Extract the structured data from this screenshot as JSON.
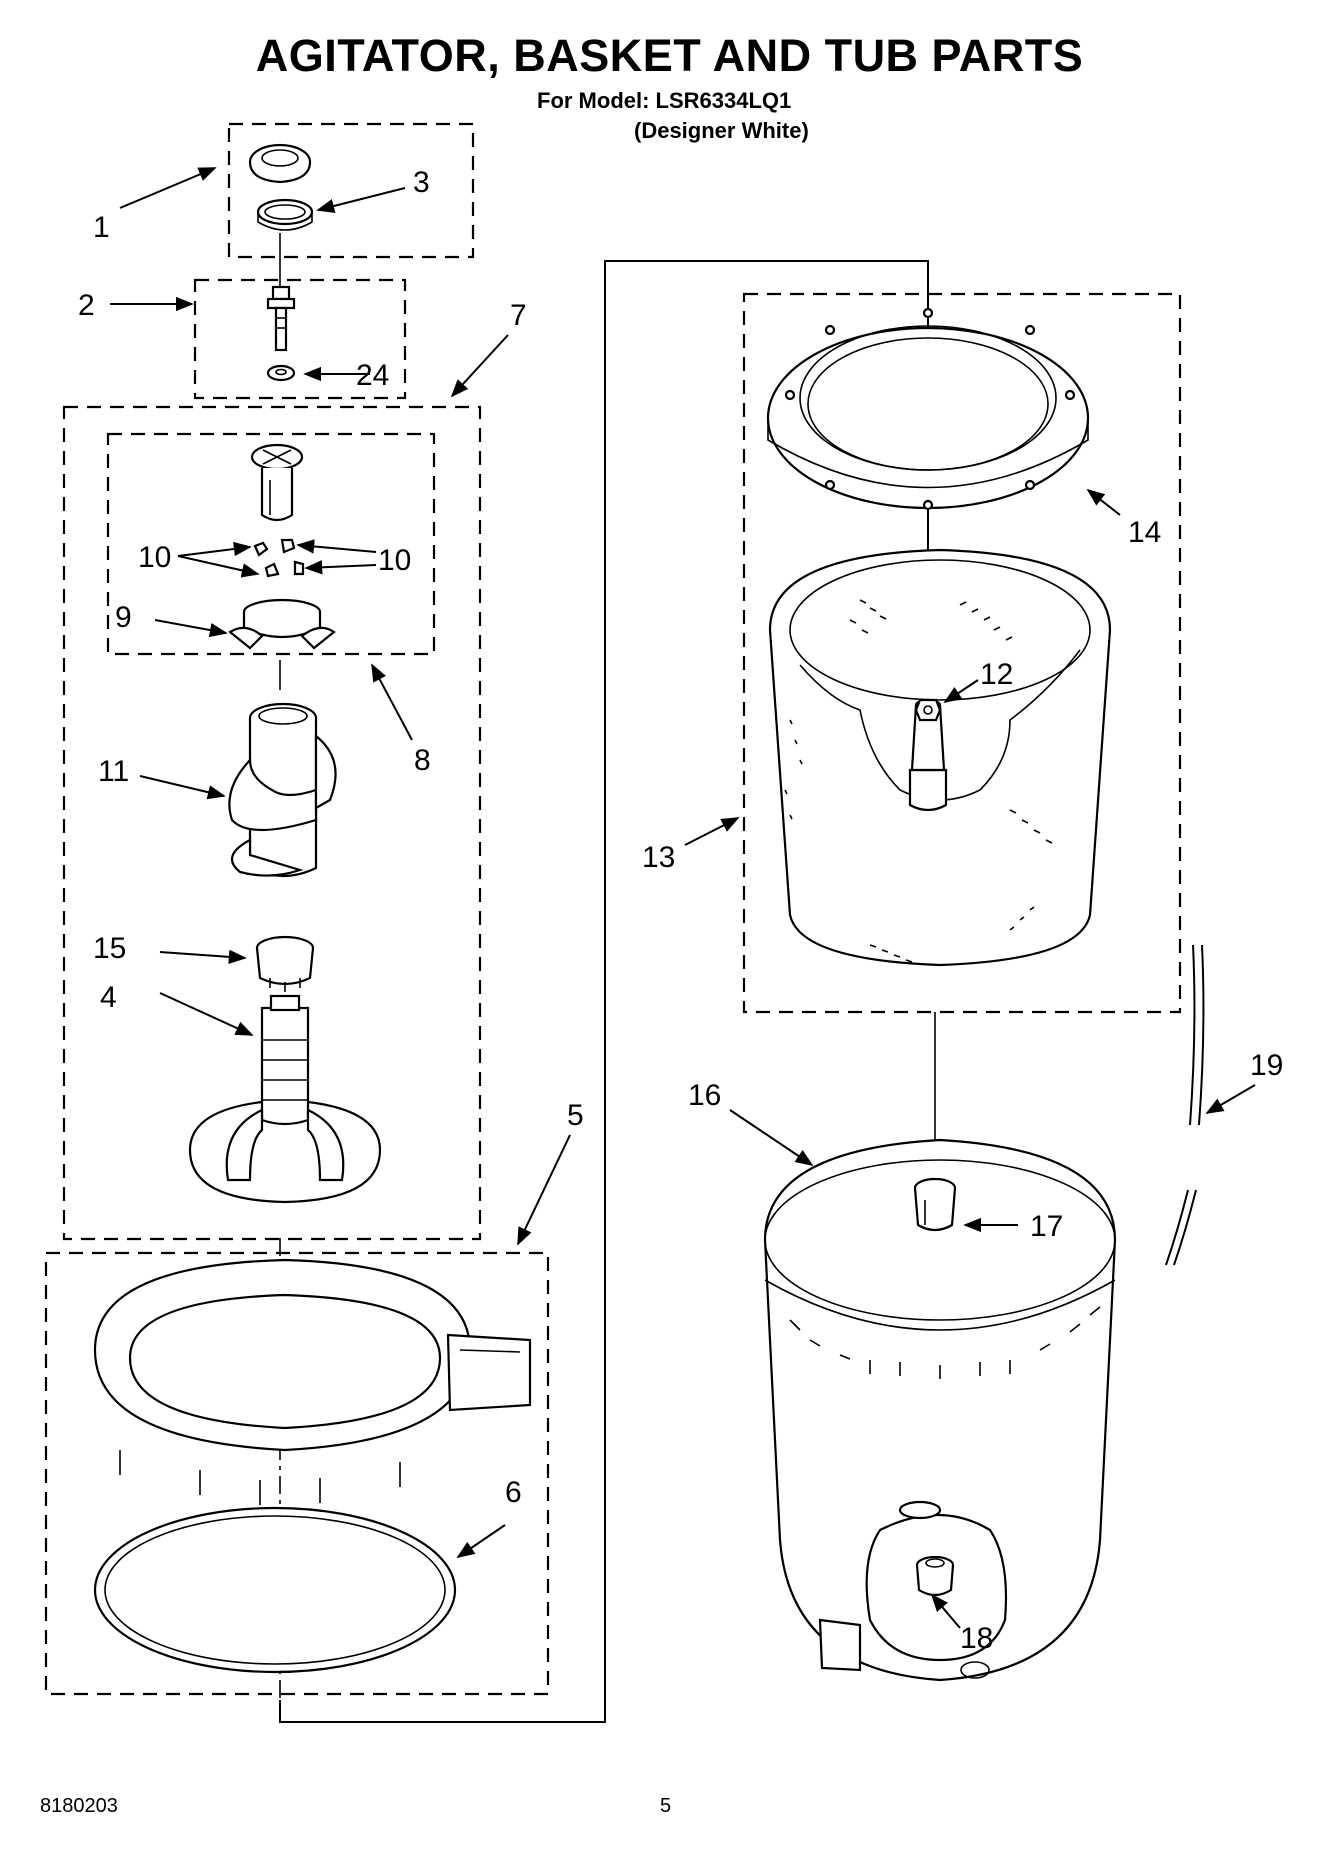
{
  "header": {
    "title": "AGITATOR, BASKET AND TUB PARTS",
    "model": "For Model: LSR6334LQ1",
    "variant": "(Designer White)"
  },
  "footer": {
    "doc_number": "8180203",
    "page": "5"
  },
  "callouts": {
    "c1": "1",
    "c2": "2",
    "c3": "3",
    "c4": "4",
    "c5": "5",
    "c6": "6",
    "c7": "7",
    "c8": "8",
    "c9": "9",
    "c10a": "10",
    "c10b": "10",
    "c11": "11",
    "c12": "12",
    "c13": "13",
    "c14": "14",
    "c15": "15",
    "c16": "16",
    "c17": "17",
    "c18": "18",
    "c19": "19",
    "c24": "24"
  }
}
